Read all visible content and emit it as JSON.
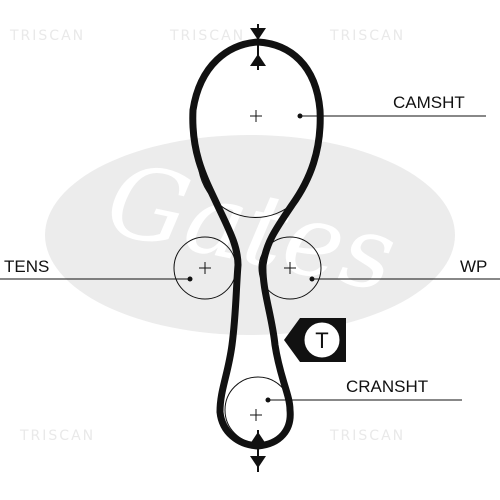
{
  "labels": {
    "camshaft": "CAMSHT",
    "tensioner": "TENS",
    "water_pump": "WP",
    "crankshaft": "CRANSHT",
    "tension_marker": "T"
  },
  "watermark": {
    "brand": "Gates",
    "pattern": "TRISCAN"
  },
  "colors": {
    "belt": "#111111",
    "watermark": "#e6e6e6",
    "background": "#ffffff"
  }
}
